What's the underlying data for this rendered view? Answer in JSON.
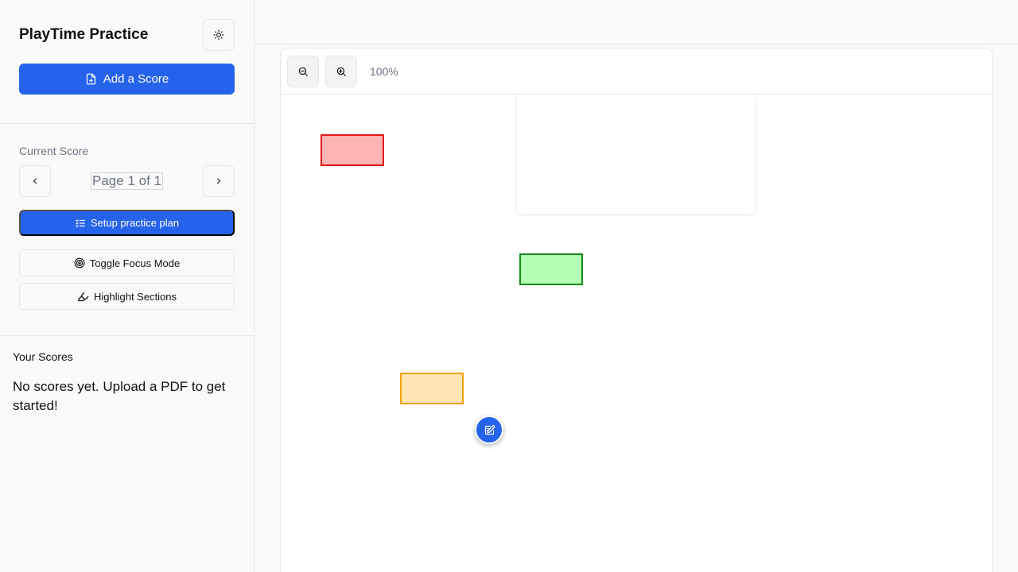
{
  "sidebar": {
    "app_title": "PlayTime Practice",
    "theme_toggle_icon": "sun-icon",
    "add_score_label": "Add a Score",
    "add_score_icon": "file-plus-icon",
    "current_score": {
      "label": "Current Score",
      "page_indicator": "Page 1 of 1",
      "prev_icon": "chevron-left-icon",
      "next_icon": "chevron-right-icon"
    },
    "setup_plan_label": "Setup practice plan",
    "setup_plan_icon": "list-checks-icon",
    "focus_mode_label": "Toggle Focus Mode",
    "focus_mode_icon": "target-icon",
    "highlight_label": "Highlight Sections",
    "highlight_icon": "highlighter-icon",
    "scores_heading": "Your Scores",
    "empty_message": "No scores yet. Upload a PDF to get started!"
  },
  "viewer": {
    "zoom_out_icon": "zoom-out-icon",
    "zoom_in_icon": "zoom-in-icon",
    "zoom_level": "100%",
    "highlights": [
      {
        "color": "red",
        "fill": "#ffb3b3",
        "stroke": "#e21b1b"
      },
      {
        "color": "green",
        "fill": "#b3ffb3",
        "stroke": "#138a13"
      },
      {
        "color": "amber",
        "fill": "#ffe3b3",
        "stroke": "#f0a20d"
      }
    ],
    "annotate_icon": "edit-note-icon"
  },
  "colors": {
    "accent": "#2563eb",
    "border": "#e5e7eb",
    "muted_text": "#6b7280"
  }
}
